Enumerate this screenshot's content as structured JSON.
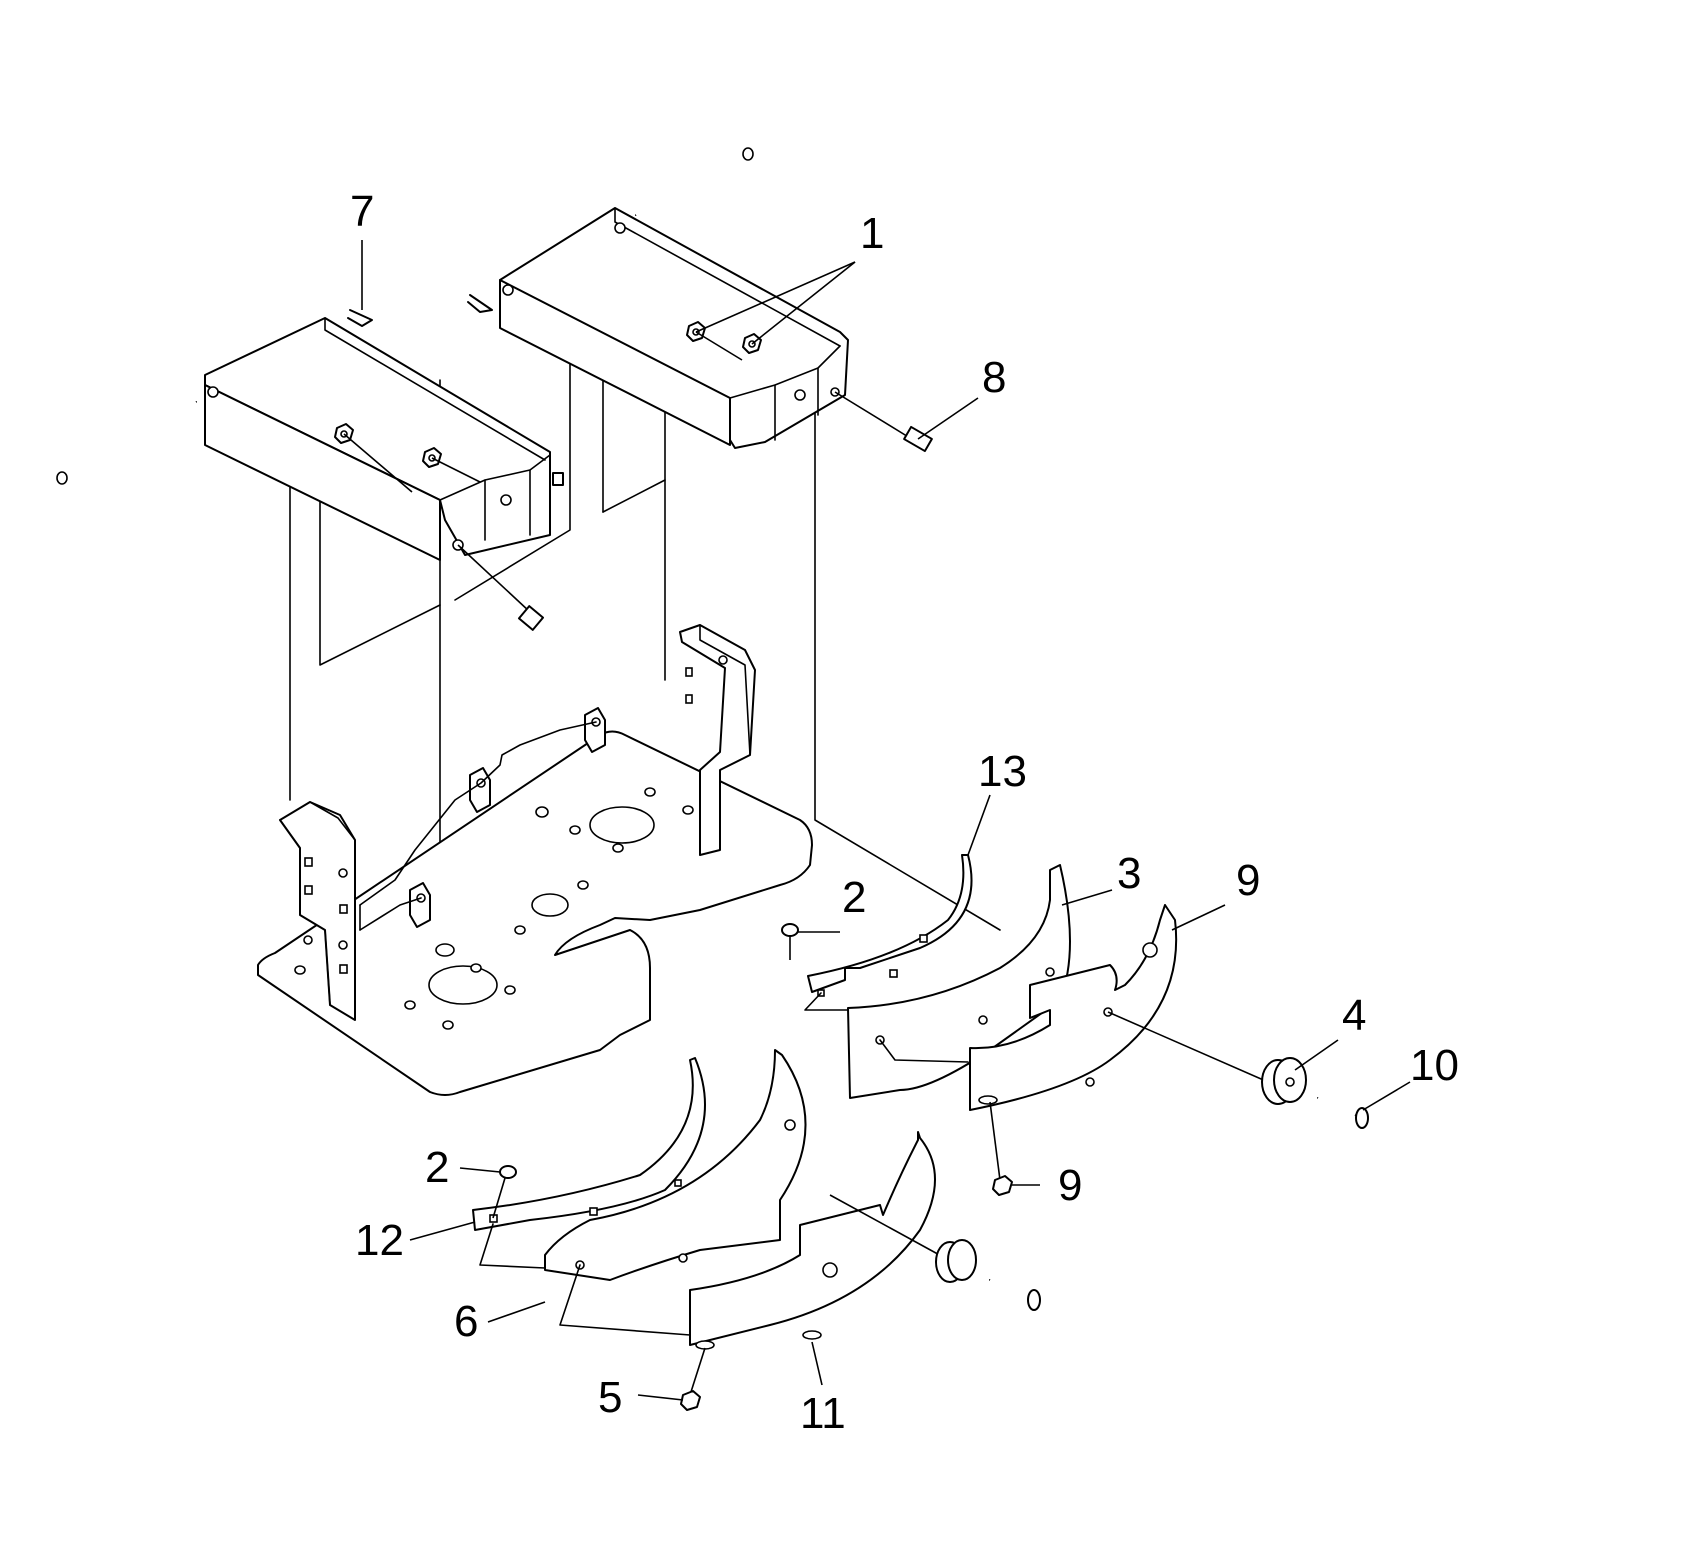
{
  "diagram": {
    "type": "exploded-parts-view",
    "callouts": [
      {
        "id": "c1",
        "label": "1"
      },
      {
        "id": "c2a",
        "label": "2"
      },
      {
        "id": "c2b",
        "label": "2"
      },
      {
        "id": "c3",
        "label": "3"
      },
      {
        "id": "c4",
        "label": "4"
      },
      {
        "id": "c5",
        "label": "5"
      },
      {
        "id": "c6",
        "label": "6"
      },
      {
        "id": "c7",
        "label": "7"
      },
      {
        "id": "c8",
        "label": "8"
      },
      {
        "id": "c9a",
        "label": "9"
      },
      {
        "id": "c9b",
        "label": "9"
      },
      {
        "id": "c10",
        "label": "10"
      },
      {
        "id": "c11",
        "label": "11"
      },
      {
        "id": "c12",
        "label": "12"
      },
      {
        "id": "c13",
        "label": "13"
      }
    ]
  },
  "colors": {
    "line": "#000000",
    "background": "#ffffff"
  }
}
